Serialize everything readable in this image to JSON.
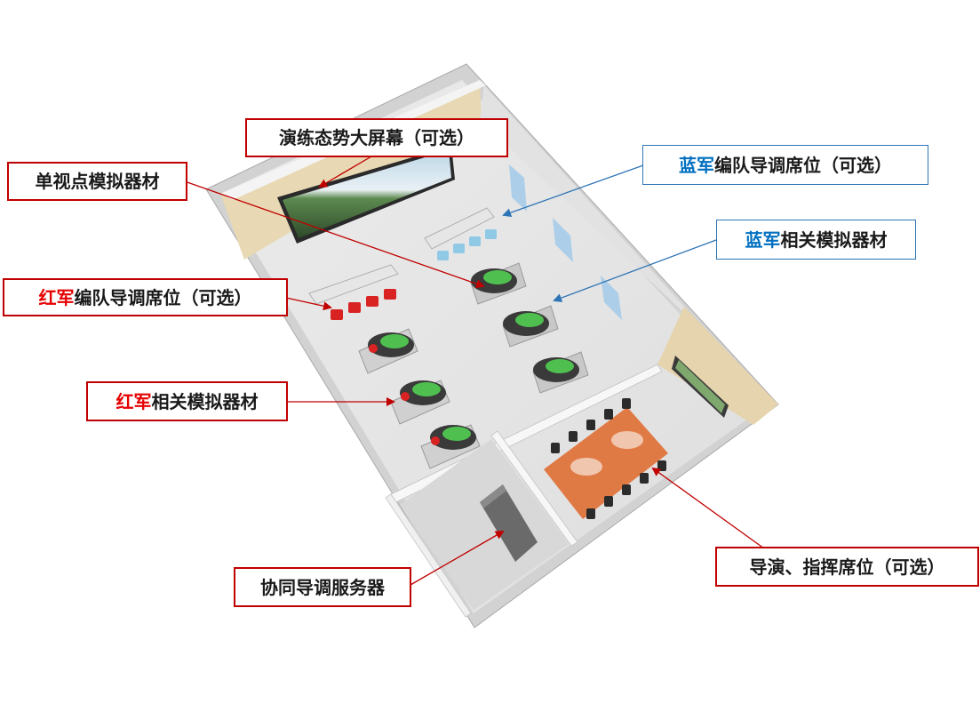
{
  "callouts": {
    "big_screen": {
      "text": "演练态势大屏幕（可选）"
    },
    "single_view_sim": {
      "text": "单视点模拟器材"
    },
    "blue_command_seats": {
      "highlight": "蓝军",
      "text": "编队导调席位（可选）"
    },
    "blue_simulators": {
      "highlight": "蓝军",
      "text": "相关模拟器材"
    },
    "red_command_seats": {
      "highlight": "红军",
      "text": "编队导调席位（可选）"
    },
    "red_simulators": {
      "highlight": "红军",
      "text": "相关模拟器材"
    },
    "coord_servers": {
      "text": "协同导调服务器"
    },
    "director_seats": {
      "text": "导演、指挥席位（可选）"
    }
  },
  "colors": {
    "red_box_border": "#c00000",
    "blue_box_border": "#2e75b6",
    "red_highlight": "#e60000",
    "blue_highlight": "#0070c0",
    "red_arrow": "#c00000",
    "blue_arrow": "#2e75b6"
  }
}
